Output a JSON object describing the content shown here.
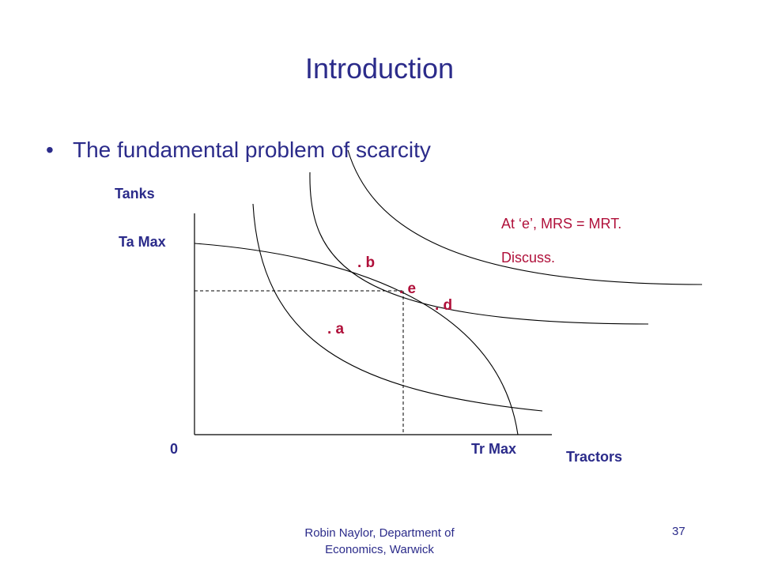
{
  "slide": {
    "title": "Introduction",
    "bullet_glyph": "•",
    "bullet": "The fundamental problem of scarcity"
  },
  "diagram": {
    "y_axis_label": "Tanks",
    "x_axis_label": "Tractors",
    "y_max_label": "Ta Max",
    "x_max_label": "Tr Max",
    "origin_label": "0",
    "points": {
      "a": ". a",
      "b": ". b",
      "e": ". e",
      "d": ". d"
    },
    "note_line1": "At ‘e’, MRS = MRT.",
    "note_line2": "Discuss."
  },
  "footer": {
    "line1": "Robin Naylor, Department of",
    "line2": "Economics, Warwick",
    "page_number": "37"
  },
  "colors": {
    "text_blue": "#2b2b8a",
    "point_red": "#b0103a",
    "line": "#000000"
  }
}
